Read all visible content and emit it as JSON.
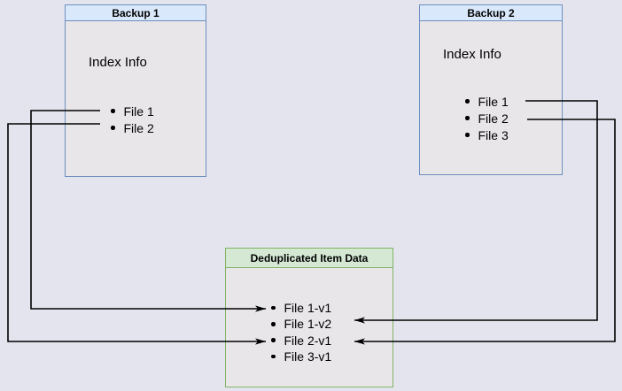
{
  "diagram": {
    "background_color": "#e4e4ee",
    "boxes": {
      "backup1": {
        "title": "Backup 1",
        "section_label": "Index Info",
        "items": [
          "File 1",
          "File 2"
        ],
        "border_color": "#6c8ebf",
        "header_fill": "#dae8fc"
      },
      "backup2": {
        "title": "Backup 2",
        "section_label": "Index Info",
        "items": [
          "File 1",
          "File 2",
          "File 3"
        ],
        "border_color": "#6c8ebf",
        "header_fill": "#dae8fc"
      },
      "dedup": {
        "title": "Deduplicated Item Data",
        "items": [
          "File 1-v1",
          "File 1-v2",
          "File 2-v1",
          "File 3-v1"
        ],
        "border_color": "#82b366",
        "header_fill": "#d5e8d4"
      }
    },
    "connections": [
      {
        "from": "Backup 1 / File 1",
        "to": "Deduplicated Item Data / File 1-v1",
        "direction": "left-around"
      },
      {
        "from": "Backup 1 / File 2",
        "to": "Deduplicated Item Data / File 2-v1",
        "direction": "left-around"
      },
      {
        "from": "Backup 2 / File 1",
        "to": "Deduplicated Item Data / File 1-v2",
        "direction": "right-around"
      },
      {
        "from": "Backup 2 / File 2",
        "to": "Deduplicated Item Data / File 2-v1",
        "direction": "right-around"
      }
    ],
    "line_color": "#000000"
  }
}
